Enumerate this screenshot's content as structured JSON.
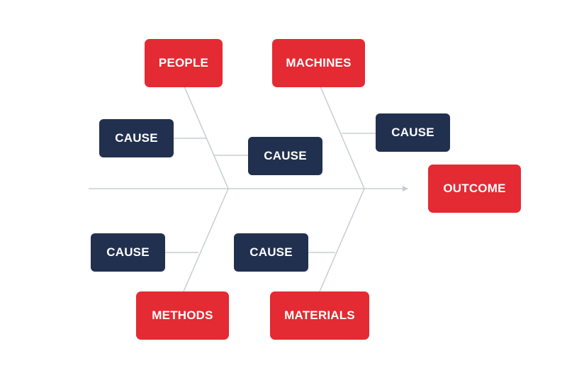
{
  "diagram": {
    "outcome": {
      "label": "OUTCOME"
    },
    "categories": [
      {
        "label": "PEOPLE"
      },
      {
        "label": "MACHINES"
      },
      {
        "label": "METHODS"
      },
      {
        "label": "MATERIALS"
      }
    ],
    "causes": [
      {
        "label": "CAUSE"
      },
      {
        "label": "CAUSE"
      },
      {
        "label": "CAUSE"
      },
      {
        "label": "CAUSE"
      },
      {
        "label": "CAUSE"
      }
    ],
    "colors": {
      "category": "#e42a32",
      "cause": "#22304f",
      "connector": "#c5cdd3"
    }
  }
}
